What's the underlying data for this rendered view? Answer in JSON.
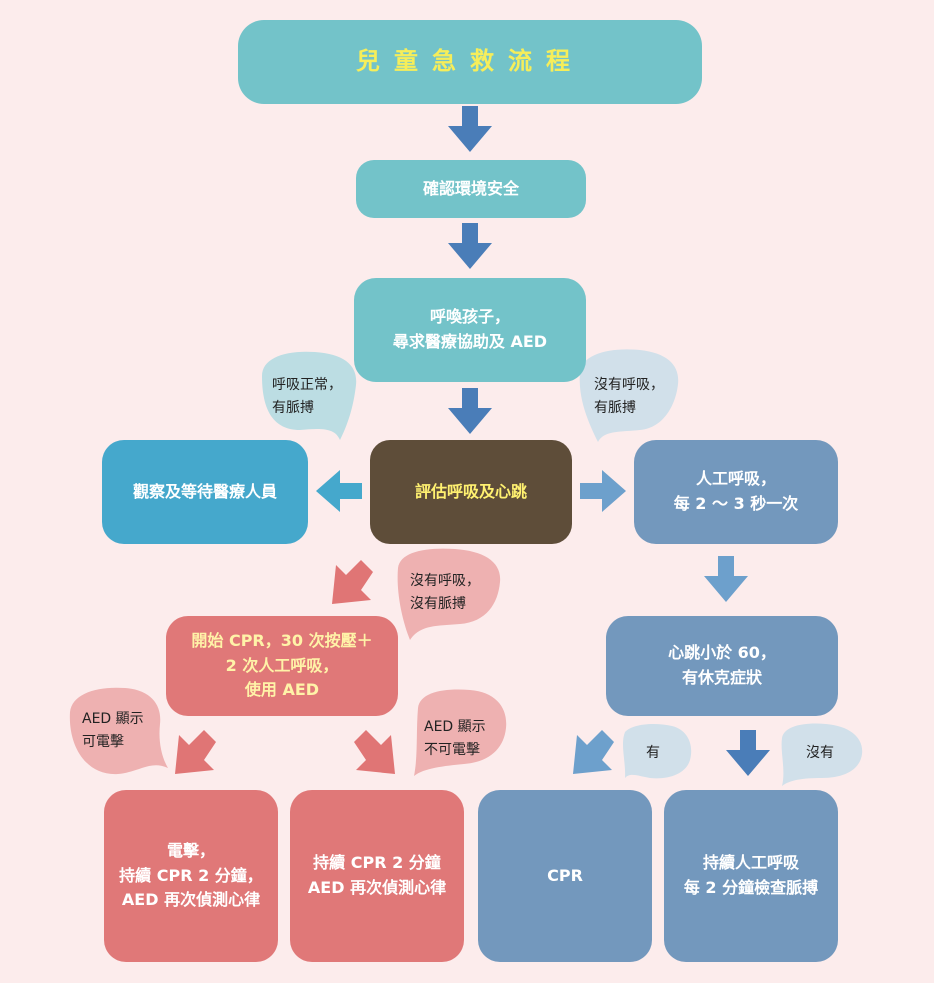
{
  "title": "兒童急救流程",
  "nodes": {
    "confirm_safety": "確認環境安全",
    "call_child": "呼喚孩子，\n尋求醫療協助及 AED",
    "assess": "評估呼吸及心跳",
    "observe": "觀察及等待醫療人員",
    "rescue_breathing": "人工呼吸，\n每 2 ～ 3 秒一次",
    "start_cpr": "開始 CPR，30 次按壓＋\n2 次人工呼吸，\n使用 AED",
    "heart_rate": "心跳小於 60，\n有休克症狀",
    "shock": "電擊，\n持續 CPR 2 分鐘，\nAED 再次偵測心律",
    "continue_cpr": "持續 CPR 2 分鐘\nAED 再次偵測心律",
    "cpr": "CPR",
    "continue_breathing": "持續人工呼吸\n每 2 分鐘檢查脈搏"
  },
  "labels": {
    "normal_breathing": "呼吸正常，\n有脈搏",
    "no_breath_pulse": "沒有呼吸，\n有脈搏",
    "no_breath_no_pulse": "沒有呼吸，\n沒有脈搏",
    "aed_shockable": "AED 顯示\n可電擊",
    "aed_not_shockable": "AED 顯示\n不可電擊",
    "yes": "有",
    "no": "沒有"
  },
  "colors": {
    "background": "#fcecec",
    "teal": "#73c3c9",
    "blue": "#45a8cc",
    "brown": "#5e4d39",
    "slate": "#7398bd",
    "salmon": "#e07878",
    "arrow_dark": "#4a7db8",
    "arrow_light": "#6da0cc",
    "arrow_red": "#e07575",
    "bubble_blue": "#bcdde3",
    "bubble_pink": "#eeb1b1",
    "bubble_grey": "#d1e0ea"
  }
}
